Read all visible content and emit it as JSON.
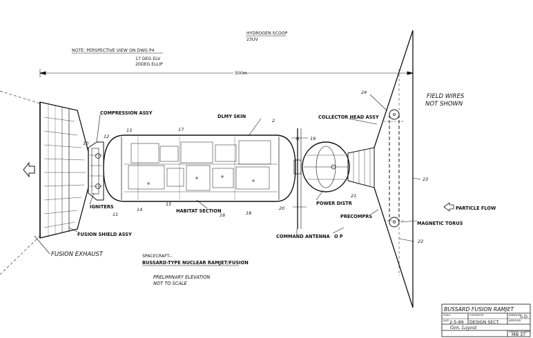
{
  "notes": {
    "hydrogen_scoop": "HYDROGEN SCOOP",
    "hydrogen_scoop_sub": "23UV",
    "perspective_note": "NOTE: PERSPECTIVE VIEW ON DWG P4",
    "perspective_line1": "17 DEG ELV",
    "perspective_line2": "20DEG ELLIP",
    "dimension": "500m",
    "field_wires_1": "FIELD WIRES",
    "field_wires_2": "NOT SHOWN"
  },
  "labels": {
    "compression_assy": "COMPRESSION ASSY",
    "dlmy_skin": "DLMY SKIN",
    "collector_head_assy": "COLLECTOR HEAD ASSY",
    "igniters": "IGNITERS",
    "habitat_section": "HABITAT SECTION",
    "power_distr": "POWER DISTR",
    "precomprs": "PRECOMPRS",
    "particle_flow": "PARTICLE FLOW",
    "fusion_shield_assy": "FUSION SHIELD ASSY",
    "command_antenna": "COMMAND ANTENNA",
    "op": "O P",
    "magnetic_torus": "MAGNETIC TORUS",
    "fusion_exhaust": "FUSION EXHAUST"
  },
  "part_numbers": {
    "n10": "10",
    "n12": "12",
    "n13": "13",
    "n17": "17",
    "n2": "2",
    "n19": "19",
    "n24": "24",
    "n23": "23",
    "n11": "11",
    "n14": "14",
    "n15": "15",
    "n16": "16",
    "n18": "18",
    "n20": "20",
    "n21": "21",
    "n22": "22"
  },
  "caption": {
    "spacecraft": "SPACECRAFT--",
    "type": "BUSSARD-TYPE NUCLEAR RAMJET/FUSION",
    "prelim_1": "PRELIMINARY ELEVATION",
    "prelim_2": "NOT TO SCALE"
  },
  "title_block": {
    "title": "BUSSARD FUSION RAMJET",
    "drawn_by_label": "DRAWN BY",
    "drawn_by": "S.D.",
    "date_label": "DATE",
    "date": "2-5-99",
    "checked_label": "CHECKED BY",
    "dept": "DESIGN SECT.",
    "approved_label": "APPROVED",
    "scale_label": "SCALE",
    "signature": "Gen. Layout",
    "drawing_label": "DRAWING NUMBER",
    "drawing_number": "MN 37"
  }
}
